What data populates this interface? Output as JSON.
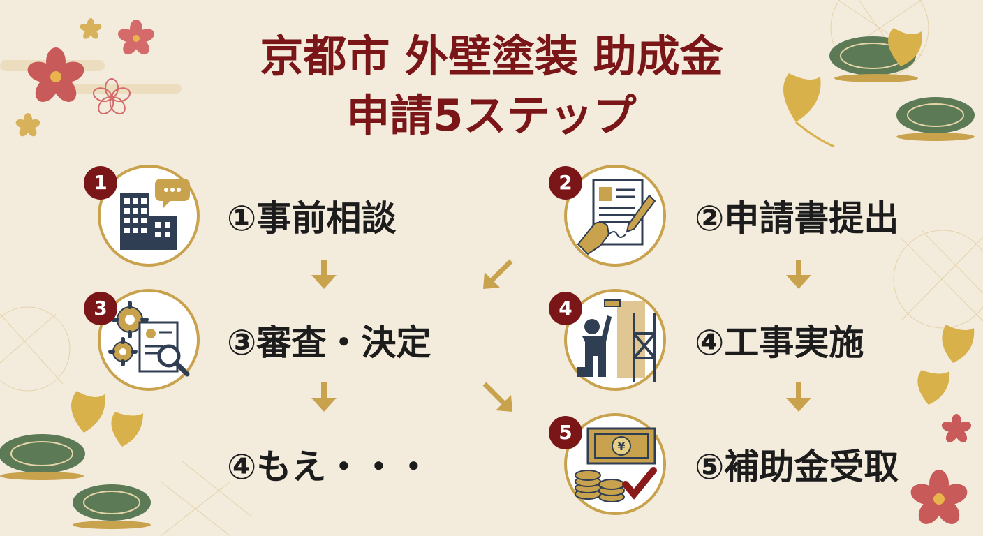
{
  "title": {
    "line1": "京都市 外壁塗装 助成金",
    "line2": "申請5ステップ"
  },
  "colors": {
    "title": "#7a1518",
    "badge": "#7a1518",
    "ring": "#c9a24d",
    "arrow": "#c9a24d",
    "background": "#f3ecdd",
    "icon_dark": "#2f3e52"
  },
  "steps": [
    {
      "number": "1",
      "label": "①事前相談",
      "icon": "office-building-chat-icon"
    },
    {
      "number": "2",
      "label": "②申請書提出",
      "icon": "application-form-signing-icon"
    },
    {
      "number": "3",
      "label": "③審査・決定",
      "icon": "gears-document-review-icon"
    },
    {
      "number": "4",
      "label": "④工事実施",
      "icon": "painter-scaffolding-icon"
    },
    {
      "number": "5",
      "label": "⑤補助金受取",
      "icon": "money-coins-check-icon"
    }
  ],
  "extra_label": "④もえ・・・",
  "decorations": [
    "sakura-flower-icon",
    "pine-tree-icon",
    "ginkgo-leaf-icon",
    "asanoha-pattern"
  ]
}
